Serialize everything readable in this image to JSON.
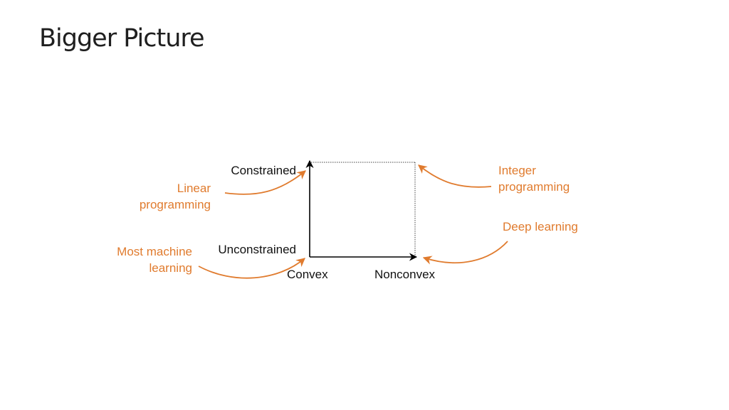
{
  "slide": {
    "title": "Bigger Picture"
  },
  "diagram": {
    "axes": {
      "y_top": "Constrained",
      "y_bottom": "Unconstrained",
      "x_left": "Convex",
      "x_right": "Nonconvex"
    },
    "annotations": {
      "linear_programming": [
        "Linear",
        "programming"
      ],
      "integer_programming": [
        "Integer",
        "programming"
      ],
      "deep_learning": "Deep learning",
      "most_machine_learning": [
        "Most machine",
        "learning"
      ]
    },
    "colors": {
      "axis": "#000000",
      "annotation": "#e07b2e"
    }
  }
}
